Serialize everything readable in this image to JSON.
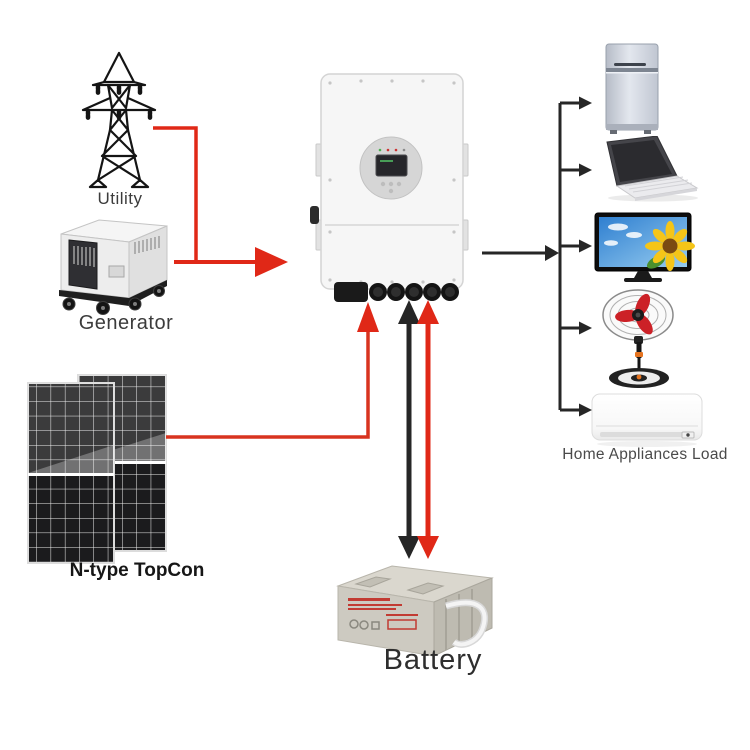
{
  "diagram": {
    "type": "hybrid-solar-energy-system-flow",
    "labels": {
      "utility": "Utility",
      "generator": "Generator",
      "solar": "N-type TopCon",
      "battery": "Battery",
      "load": "Home Appliances Load"
    },
    "nodes": [
      {
        "id": "utility",
        "icon": "transmission-tower-icon",
        "label": "Utility"
      },
      {
        "id": "generator",
        "icon": "generator-icon",
        "label": "Generator"
      },
      {
        "id": "solar-array",
        "icon": "solar-panels-icon",
        "label": "N-type TopCon"
      },
      {
        "id": "inverter",
        "icon": "hybrid-inverter-icon",
        "label": ""
      },
      {
        "id": "battery",
        "icon": "battery-icon",
        "label": "Battery"
      },
      {
        "id": "home-load",
        "icon": "appliance-group-icons",
        "label": "Home Appliances Load"
      }
    ],
    "appliances": [
      "refrigerator",
      "laptop",
      "television",
      "stand-fan",
      "air-conditioner"
    ],
    "flows": [
      {
        "from": "utility",
        "to": "inverter",
        "color": "red",
        "bidirectional": false
      },
      {
        "from": "generator",
        "to": "inverter",
        "color": "red",
        "bidirectional": false
      },
      {
        "from": "solar-array",
        "to": "inverter",
        "color": "red",
        "bidirectional": false
      },
      {
        "from": "inverter",
        "to": "battery",
        "color": "black",
        "bidirectional": true
      },
      {
        "from": "inverter",
        "to": "battery",
        "color": "red",
        "bidirectional": true
      },
      {
        "from": "inverter",
        "to": "home-load",
        "color": "black",
        "bidirectional": false
      }
    ]
  },
  "colors": {
    "flow_red": "#e02817",
    "flow_black": "#262626",
    "label_text": "#3c3c3c",
    "inverter_body": "#f6f6f6",
    "fan_blade_red": "#cc2127",
    "tv_sky_blue": "#2f7fd0",
    "sunflower_yellow": "#f5c518",
    "battery_body": "#cdcac1"
  }
}
